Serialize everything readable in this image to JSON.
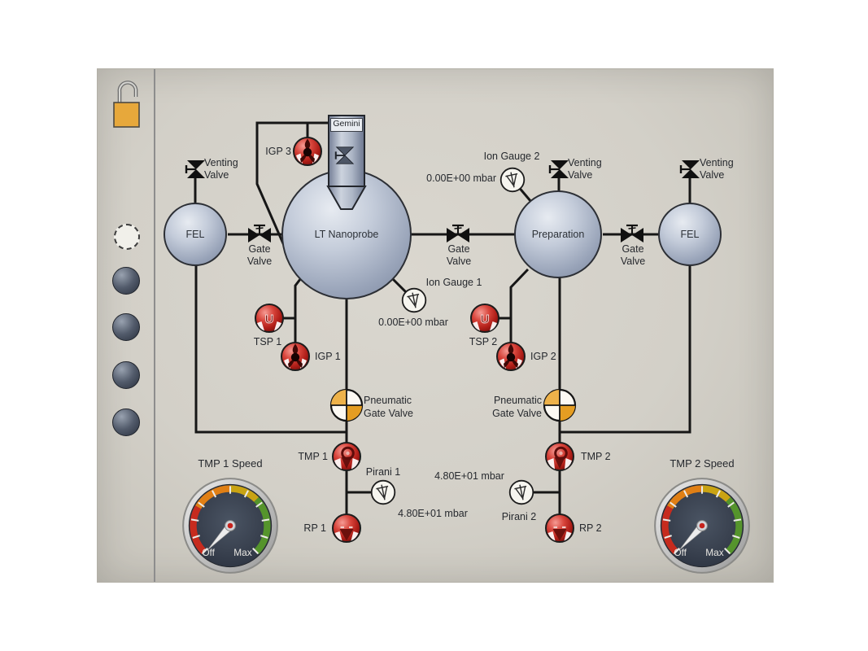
{
  "window": {
    "background": "#d5d2c9"
  },
  "sidebar": {
    "lock_icon": "padlock-open",
    "indicators": [
      {
        "id": "indicator-1",
        "state": "light"
      },
      {
        "id": "indicator-2",
        "state": "dark"
      },
      {
        "id": "indicator-3",
        "state": "dark"
      },
      {
        "id": "indicator-4",
        "state": "dark"
      },
      {
        "id": "indicator-5",
        "state": "dark"
      }
    ]
  },
  "chambers": {
    "gemini": {
      "label": "Gemini"
    },
    "fel_left": {
      "label": "FEL"
    },
    "lt_nanoprobe": {
      "label": "LT Nanoprobe"
    },
    "preparation": {
      "label": "Preparation"
    },
    "fel_right": {
      "label": "FEL"
    }
  },
  "valves": {
    "venting_label": "Venting\nValve",
    "gate_label": "Gate\nValve",
    "pneumatic_label": "Pneumatic\nGate Valve"
  },
  "gauges": {
    "ion_gauge_1": {
      "label": "Ion Gauge 1",
      "value": "0.00E+00 mbar"
    },
    "ion_gauge_2": {
      "label": "Ion Gauge 2",
      "value": "0.00E+00 mbar"
    },
    "pirani_1": {
      "label": "Pirani 1",
      "value": "4.80E+01 mbar"
    },
    "pirani_2": {
      "label": "Pirani 2",
      "value": "4.80E+01 mbar"
    }
  },
  "pumps": {
    "igp_3": "IGP 3",
    "tsp_1": "TSP 1",
    "igp_1": "IGP 1",
    "tsp_2": "TSP 2",
    "igp_2": "IGP 2",
    "tmp_1": "TMP 1",
    "rp_1": "RP 1",
    "tmp_2": "TMP 2",
    "rp_2": "RP 2"
  },
  "speed_gauges": {
    "tmp1": {
      "title": "TMP 1 Speed",
      "min": "Off",
      "max": "Max",
      "needle_position": "Off"
    },
    "tmp2": {
      "title": "TMP 2 Speed",
      "min": "Off",
      "max": "Max",
      "needle_position": "Off"
    }
  },
  "colors": {
    "accent_orange": "#e7a83b",
    "pump_red": "#c0251f",
    "chamber_steel": "#aab3c4",
    "gauge_arc_colors": [
      "#c62b1e",
      "#e07f15",
      "#c9a313",
      "#55942c"
    ]
  }
}
